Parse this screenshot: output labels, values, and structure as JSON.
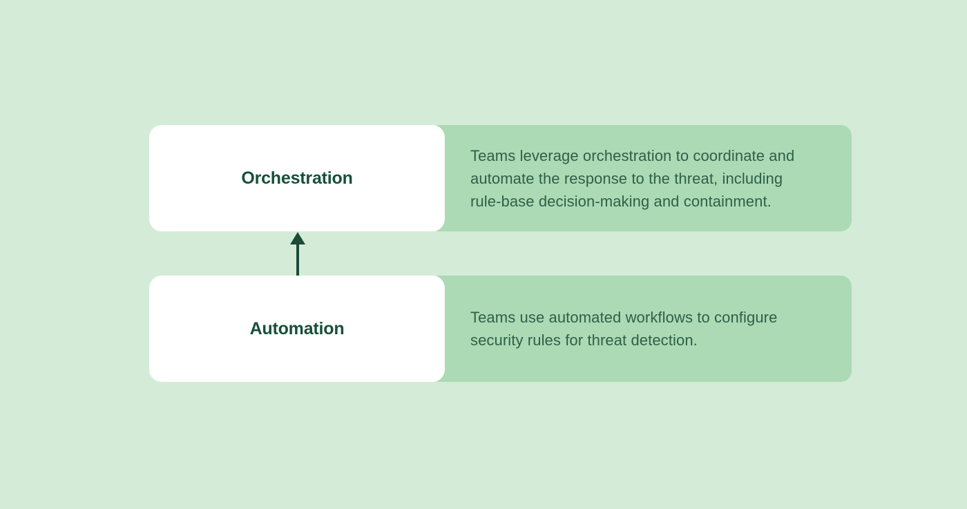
{
  "theme": {
    "bg": "#d4ebd8",
    "panel": "#abdab4",
    "card": "#ffffff",
    "title": "#17503a",
    "body": "#2e6049",
    "arrow": "#1c4b37"
  },
  "rows": [
    {
      "title": "Orchestration",
      "description": "Teams leverage orchestration to coordinate and\nautomate the response to the threat, including\nrule-base decision-making and containment."
    },
    {
      "title": "Automation",
      "description": "Teams use automated workflows to configure\nsecurity rules for threat detection."
    }
  ],
  "arrow": {
    "direction": "up",
    "from": "Automation",
    "to": "Orchestration"
  }
}
